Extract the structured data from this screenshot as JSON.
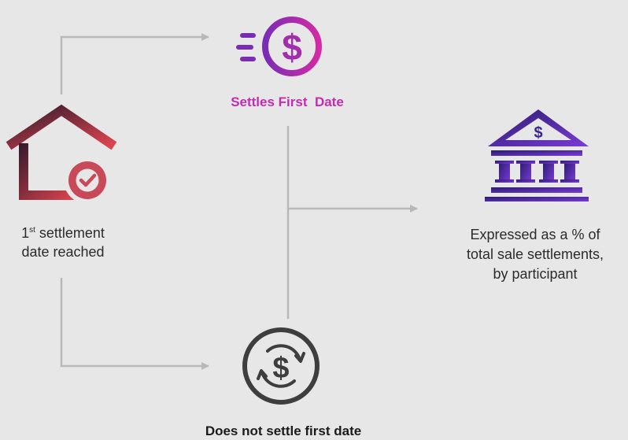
{
  "start": {
    "number": "1",
    "superscript": "st",
    "line1_rest": " settlement",
    "line2": "date reached",
    "icon": "house-check-icon"
  },
  "settles": {
    "label": "Settles First  Date",
    "icon": "dollar-coin-icon"
  },
  "not_settles": {
    "label": "Does not settle first date",
    "icon": "dollar-cycle-icon"
  },
  "outcome": {
    "lines": [
      "Expressed as a % of",
      "total sale settlements,",
      "by participant"
    ],
    "icon": "bank-icon",
    "icon_text": "$"
  },
  "colors": {
    "magenta": "#c42bb0",
    "purple": "#6b2fb3",
    "crimson": "#d8434f",
    "connector": "#b8b8b8",
    "text": "#2b2b2b"
  }
}
